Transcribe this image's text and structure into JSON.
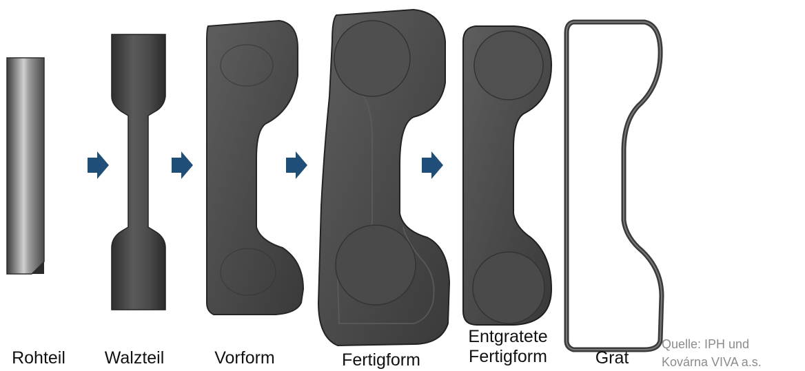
{
  "stages": [
    {
      "label": "Rohteil"
    },
    {
      "label": "Walzteil"
    },
    {
      "label": "Vorform"
    },
    {
      "label": "Fertigform"
    },
    {
      "label": "Entgratete\nFertigform"
    },
    {
      "label": "Grat"
    }
  ],
  "source": {
    "line1": "Quelle: IPH und",
    "line2": "Kovárna VIVA a.s."
  },
  "colors": {
    "arrow": "#1f4e79",
    "metal_dark": "#3a3a3a",
    "metal_mid": "#5a5a5a",
    "metal_light": "#a8a8a8"
  }
}
